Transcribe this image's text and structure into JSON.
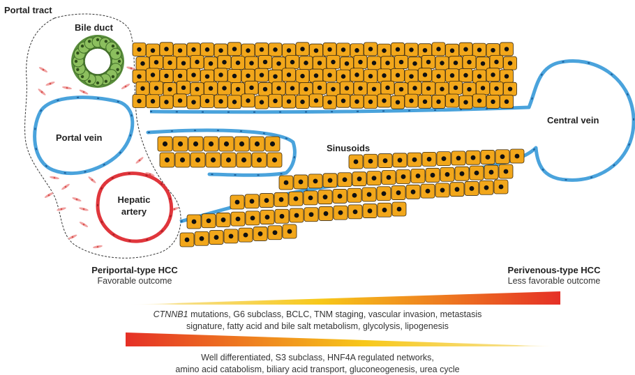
{
  "colors": {
    "hepatocyte": "#f2a71b",
    "hepatocyte_border": "#3a2a10",
    "nucleus": "#111111",
    "vein": "#4aa3dc",
    "vein_dark": "#1d5f9a",
    "artery": "#e0363c",
    "bile_duct": "#5a8f3c",
    "bile_duct_light": "#8cbf5e",
    "gradient_red": "#e53026",
    "gradient_yellow": "#f7d21a",
    "fibroblast": "#f0a0a0"
  },
  "labels": {
    "portal_tract": "Portal tract",
    "bile_duct": "Bile duct",
    "portal_vein": "Portal vein",
    "hepatic_artery_line1": "Hepatic",
    "hepatic_artery_line2": "artery",
    "sinusoids": "Sinusoids",
    "central_vein": "Central vein",
    "periportal_title": "Periportal-type HCC",
    "periportal_sub": "Favorable outcome",
    "perivenous_title": "Perivenous-type HCC",
    "perivenous_sub": "Less favorable outcome"
  },
  "gradient_top": {
    "gene": "CTNNB1",
    "line1_rest": " mutations, G6 subclass, BCLC, TNM staging, vascular invasion, metastasis",
    "line2": "signature, fatty acid and bile salt metabolism, glycolysis, lipogenesis"
  },
  "gradient_bottom": {
    "line1": "Well differentiated, S3 subclass, HNF4A regulated networks,",
    "line2": "amino acid catabolism, biliary acid transport, gluconeogenesis, urea cycle"
  }
}
